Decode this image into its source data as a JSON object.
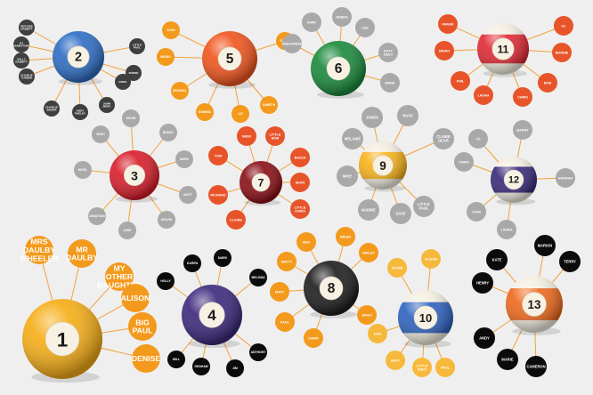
{
  "colors": {
    "background": "#efefef",
    "link": "#f2a23a",
    "label_grey": "#a9a9a9",
    "label_dark": "#3f3f3f",
    "label_black": "#0b0b0b",
    "label_orange": "#f39a1c",
    "label_yellow": "#f6b93b",
    "label_red": "#e8542a"
  },
  "clusters": [
    {
      "number": "2",
      "ball_color": "#2f6ec4",
      "stripe": false,
      "names": [
        "BEE-BEE BABBITT",
        "DJ BANDSTAND",
        "SALLY BABBITT",
        "CHARLIE TURNER",
        "CHARLIE BAKER",
        "ANDY PHELEY",
        "JOHN MEEK",
        "PHONE",
        "LITTLE PAUL",
        "DORA"
      ]
    },
    {
      "number": "5",
      "ball_color": "#f0561f",
      "stripe": false,
      "names": [
        "JOHN",
        "MARIO",
        "MICHAEL",
        "DOMINIC",
        "LIZ",
        "GARETH",
        "STEVE"
      ]
    },
    {
      "number": "6",
      "ball_color": "#1c8a3c",
      "stripe": false,
      "names": [
        "FARK",
        "DEBRA",
        "LEE",
        "GREGORIAN",
        "KATY DEEV",
        "MARK"
      ]
    },
    {
      "number": "11",
      "ball_color": "#e02a35",
      "stripe": true,
      "names": [
        "FRANK",
        "DJ",
        "BRIAN",
        "BONNIE",
        "PHIL",
        "BOB",
        "LAURA",
        "CHRIS"
      ]
    },
    {
      "number": "3",
      "ball_color": "#d81f2c",
      "stripe": false,
      "names": [
        "KEVIN",
        "IRISH",
        "BUDDY",
        "NIGEL",
        "MARK",
        "JONATHAN",
        "JANE",
        "DELVIN",
        "MATT"
      ]
    },
    {
      "number": "7",
      "ball_color": "#8b1018",
      "stripe": false,
      "names": [
        "TOM",
        "NIKKI",
        "LITTLE BOB",
        "BAZZA",
        "RICHARD",
        "SEAN",
        "CLAIRE",
        "LITTLE CHRIS"
      ]
    },
    {
      "number": "9",
      "ball_color": "#f6b21b",
      "stripe": true,
      "names": [
        "JONES",
        "RUSS",
        "MELANIE",
        "CLAIRE DEAR",
        "MIKE",
        "NADINE",
        "DAVE",
        "LITTLE PAUL"
      ]
    },
    {
      "number": "12",
      "ball_color": "#3a2c7a",
      "stripe": true,
      "names": [
        "JO",
        "BARRY",
        "CHRIS",
        "HANNAH",
        "JOHN",
        "LAURA"
      ]
    },
    {
      "number": "1",
      "ball_color": "#f6ae18",
      "stripe": false,
      "names": [
        "MRS DAULBY WHEELER",
        "MR DAULBY",
        "MY OTHER DAUGHTER",
        "ALISON",
        "BIG PAUL",
        "DENISE"
      ]
    },
    {
      "number": "4",
      "ball_color": "#3d2a7d",
      "stripe": false,
      "names": [
        "KAREN",
        "MARK",
        "HOLLY",
        "MELISSA",
        "WILL",
        "GRAHAM",
        "JIM",
        "ANTHONY"
      ]
    },
    {
      "number": "8",
      "ball_color": "#1f1f1f",
      "stripe": false,
      "names": [
        "MAX",
        "BRIAN",
        "MATTY",
        "SMILEY",
        "MATT",
        "PAUL",
        "DAWN",
        "JAKEY"
      ]
    },
    {
      "number": "10",
      "ball_color": "#2f63c0",
      "stripe": true,
      "names": [
        "PETER",
        "ALISON",
        "DAN",
        "ANDY",
        "LITTLE ANDY",
        "PAUL"
      ]
    },
    {
      "number": "13",
      "ball_color": "#ee6a1f",
      "stripe": true,
      "names": [
        "KATE",
        "MARION",
        "TERRY",
        "HENRY",
        "ANDY",
        "MARIE",
        "CAMERON"
      ]
    }
  ]
}
